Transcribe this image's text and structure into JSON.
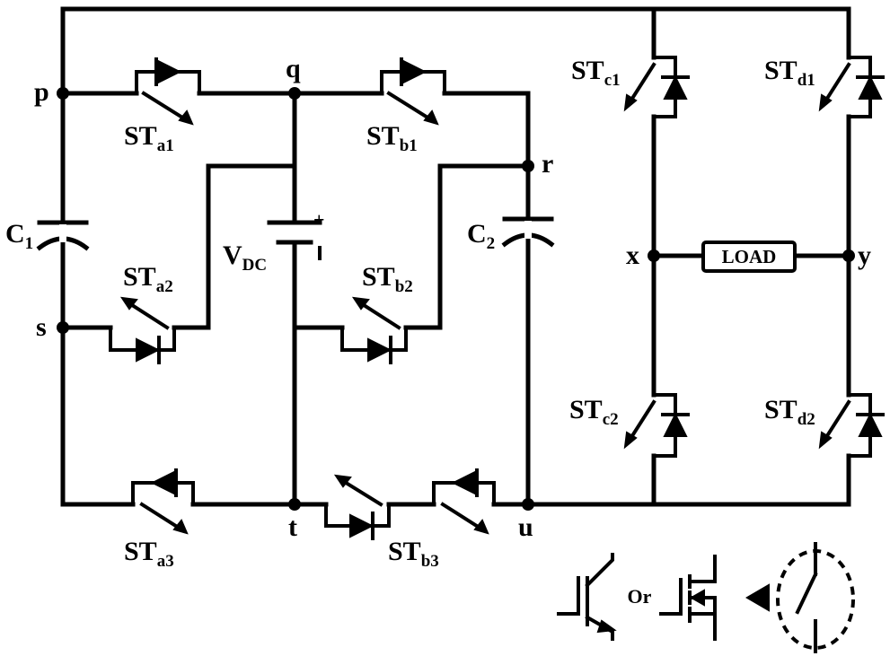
{
  "nodes": {
    "p": "p",
    "q": "q",
    "r": "r",
    "s": "s",
    "t": "t",
    "u": "u",
    "x": "x",
    "y": "y"
  },
  "switches": {
    "a1": {
      "base": "ST",
      "sub": "a1"
    },
    "a2": {
      "base": "ST",
      "sub": "a2"
    },
    "a3": {
      "base": "ST",
      "sub": "a3"
    },
    "b1": {
      "base": "ST",
      "sub": "b1"
    },
    "b2": {
      "base": "ST",
      "sub": "b2"
    },
    "b3": {
      "base": "ST",
      "sub": "b3"
    },
    "c1": {
      "base": "ST",
      "sub": "c1"
    },
    "c2": {
      "base": "ST",
      "sub": "c2"
    },
    "d1": {
      "base": "ST",
      "sub": "d1"
    },
    "d2": {
      "base": "ST",
      "sub": "d2"
    }
  },
  "capacitors": {
    "c1": {
      "base": "C",
      "sub": "1"
    },
    "c2": {
      "base": "C",
      "sub": "2"
    }
  },
  "source": {
    "base": "V",
    "sub": "DC",
    "plus": "+",
    "minus": "-"
  },
  "load_label": "LOAD",
  "legend": {
    "or_label": "Or"
  }
}
